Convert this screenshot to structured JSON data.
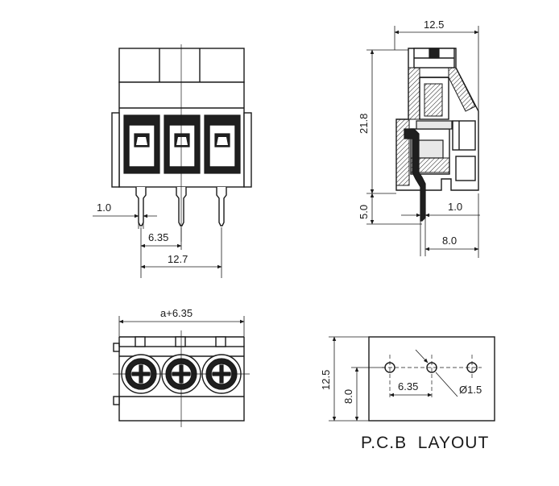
{
  "dimensions": {
    "pin_width": "1.0",
    "pin_pitch": "6.35",
    "pins_span": "12.7",
    "side_width": "12.5",
    "side_height": "21.8",
    "pin_length": "5.0",
    "side_pin_width": "1.0",
    "side_offset": "8.0",
    "top_length": "a+6.35",
    "pcb_height": "12.5",
    "pcb_row": "8.0",
    "pcb_pitch": "6.35",
    "hole_diameter": "Ø1.5"
  },
  "labels": {
    "pcb_layout": "P.C.B  LAYOUT"
  }
}
